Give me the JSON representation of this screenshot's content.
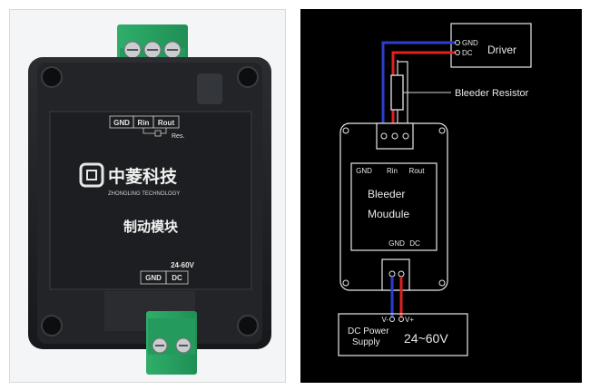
{
  "module_photo": {
    "top_terminals": [
      "GND",
      "Rin",
      "Rout"
    ],
    "res_label": "Res.",
    "brand_cn": "中菱科技",
    "brand_en": "ZHONGLING TECHNOLOGY",
    "product_cn": "制动模块",
    "voltage": "24-60V",
    "bottom_terminals": [
      "GND",
      "DC"
    ]
  },
  "wiring_diagram": {
    "driver_label": "Driver",
    "driver_pins": [
      "GND",
      "DC"
    ],
    "resistor_label": "Bleeder Resistor",
    "module_pins_top": [
      "GND",
      "Rin",
      "Rout"
    ],
    "module_name_line1": "Bleeder",
    "module_name_line2": "Moudule",
    "module_pins_bottom": [
      "GND",
      "DC"
    ],
    "supply_label_line1": "DC Power",
    "supply_label_line2": "Supply",
    "supply_voltage": "24~60V",
    "supply_pins": [
      "V-",
      "V+"
    ],
    "wire_colors": {
      "gnd": "#2a3fd1",
      "dc": "#e02020",
      "resistor": "#d8d8d8"
    }
  }
}
